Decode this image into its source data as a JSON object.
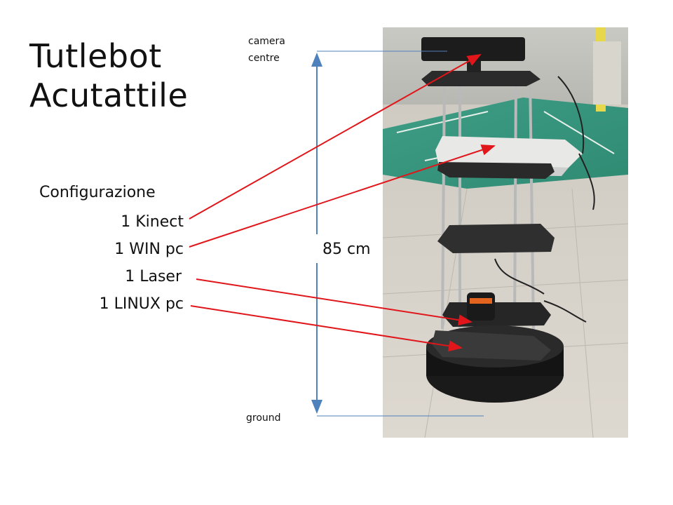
{
  "title": {
    "line1": "Tutlebot",
    "line2": "Acutattile"
  },
  "config": {
    "heading": "Configurazione",
    "items": [
      "1 Kinect",
      "1 WIN pc",
      "1 Laser",
      "1 LINUX pc"
    ]
  },
  "dimension": {
    "top_label_line1": "camera",
    "top_label_line2": "centre",
    "bottom_label": "ground",
    "value": "85 cm"
  },
  "colors": {
    "arrow": "#e0161b",
    "dimension_line": "#4f81bd",
    "text": "#111111"
  }
}
